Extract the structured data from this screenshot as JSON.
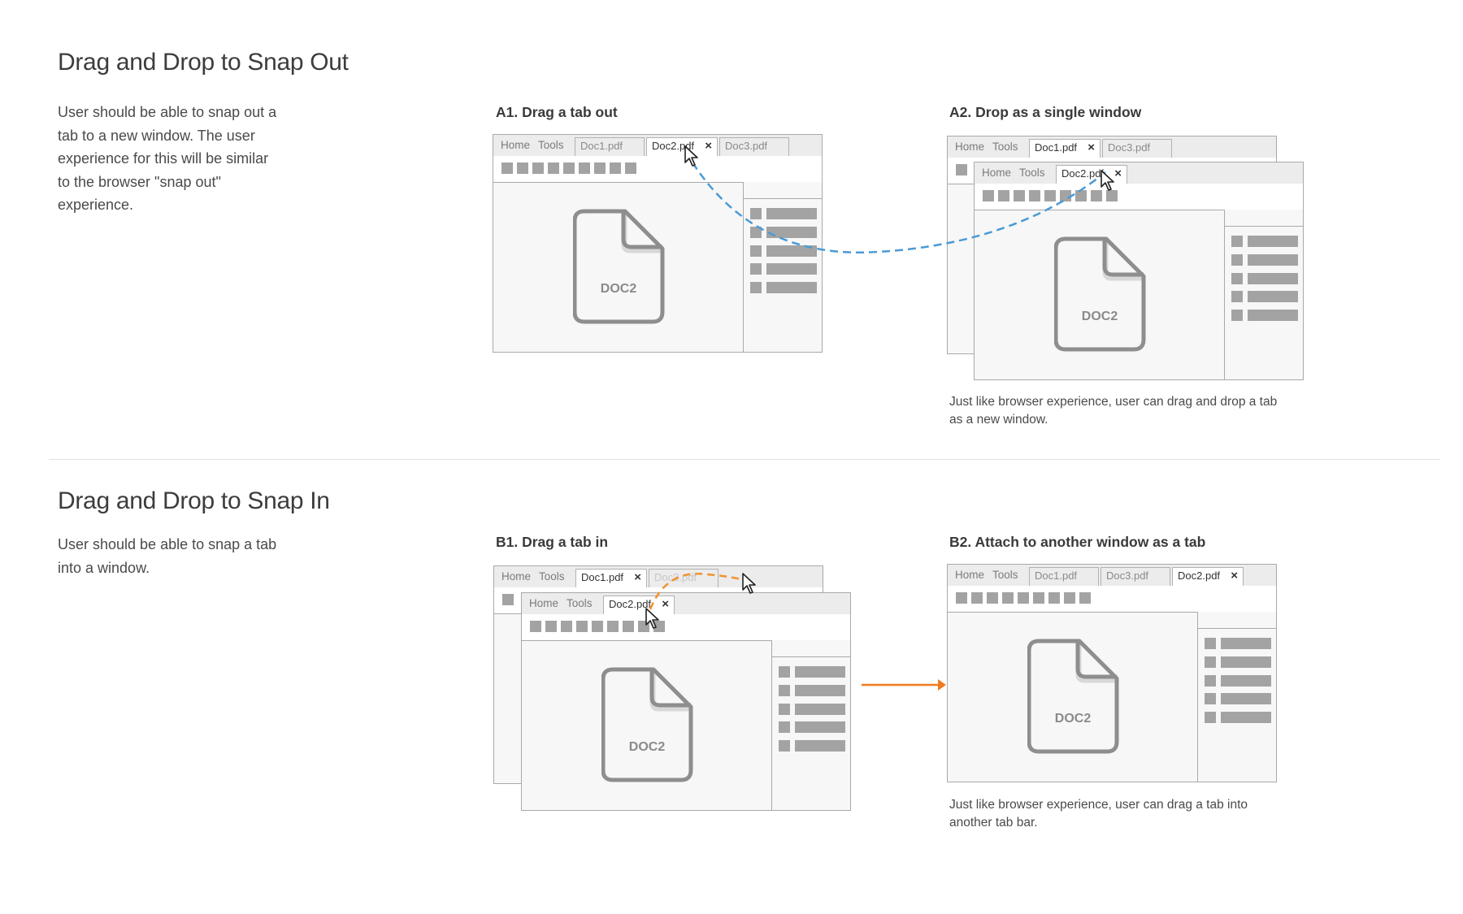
{
  "section_a": {
    "title": "Drag and Drop to Snap Out",
    "description_lines": [
      "User should be able to snap out a",
      "tab to a new window. The user",
      "experience for this will be similar",
      "to the browser \"snap out\"",
      "experience."
    ],
    "step1_title": "A1. Drag a tab out",
    "step2_title": "A2. Drop as a single window",
    "step2_caption_lines": [
      "Just like browser experience, user can drag and drop a tab",
      "as a new window."
    ]
  },
  "section_b": {
    "title": "Drag and Drop to Snap In",
    "description_lines": [
      "User should be able to snap a tab",
      "into a window."
    ],
    "step1_title": "B1. Drag a tab in",
    "step2_title": "B2. Attach to another window as a tab",
    "step2_caption_lines": [
      "Just like browser experience, user can drag a tab into",
      "another tab bar."
    ]
  },
  "window": {
    "menu_home": "Home",
    "menu_tools": "Tools",
    "tab_doc1": "Doc1.pdf",
    "tab_doc2": "Doc2.pdf",
    "tab_doc3": "Doc3.pdf",
    "close_glyph": "×",
    "doc_label": "DOC2"
  },
  "colors": {
    "snap_out_arc": "#4a9ad6",
    "snap_in_arc": "#f0922e",
    "arrow": "#f07a1e"
  }
}
